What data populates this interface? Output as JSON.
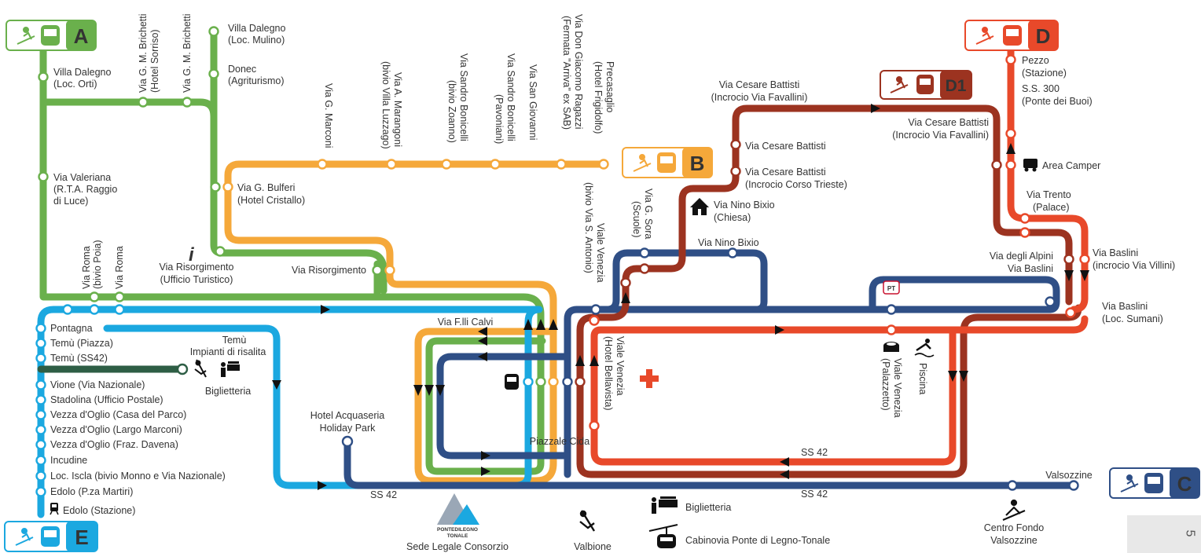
{
  "colors": {
    "A": "#6ab04c",
    "B": "#f5a83a",
    "C": "#2f4f86",
    "D": "#e8492a",
    "D1": "#9c3320",
    "E": "#1ba8e0",
    "spur": "#2e5e45"
  },
  "badges": {
    "A": "A",
    "B": "B",
    "C": "C",
    "D": "D",
    "D1": "D1",
    "E": "E"
  },
  "line_a_stops": [
    {
      "label": "Villa Dalegno"
    },
    {
      "label": "(Loc. Orti)"
    },
    {
      "label": "Via Valeriana"
    },
    {
      "label": "(R.T.A. Raggio"
    },
    {
      "label": "di Luce)"
    },
    {
      "label": "Villa Dalegno"
    },
    {
      "label": "(Loc. Mulino)"
    },
    {
      "label": "Donec"
    },
    {
      "label": "(Agriturismo)"
    },
    {
      "label": "Via G. M. Brichetti"
    },
    {
      "label": "(Hotel Sorriso)"
    },
    {
      "label": "Via G. M. Brichetti"
    },
    {
      "label": "Via Risorgimento"
    },
    {
      "label": "(Ufficio Turistico)"
    },
    {
      "label": "Via Risorgimento"
    },
    {
      "label": "Via Roma"
    },
    {
      "label": "(bivio Poia)"
    },
    {
      "label": "Via Roma"
    }
  ],
  "line_b_stops": [
    {
      "label": "Via G. Bulferi"
    },
    {
      "label": "(Hotel Cristallo)"
    },
    {
      "label": "Via G. Marconi"
    },
    {
      "label": "Via A. Marangoni"
    },
    {
      "label": "(bivio Villa Luzzago)"
    },
    {
      "label": "Via Sandro Bonicelli"
    },
    {
      "label": "(bivio Zoanno)"
    },
    {
      "label": "Via Sandro Bonicelli"
    },
    {
      "label": "(Pavoniani)"
    },
    {
      "label": "Via San Giovanni"
    },
    {
      "label": "Via Don Giacomo Ragazzi"
    },
    {
      "label": "(Fermata \"Arriva\" ex SAB)"
    },
    {
      "label": "Precasaglio"
    },
    {
      "label": "(Hotel Frigidolfo)"
    }
  ],
  "line_d_stops": [
    {
      "label": "Pezzo"
    },
    {
      "label": "(Stazione)"
    },
    {
      "label": "S.S. 300"
    },
    {
      "label": "(Ponte dei Buoi)"
    },
    {
      "label": "Via Cesare Battisti"
    },
    {
      "label": "(Incrocio Via Favallini)"
    },
    {
      "label": "Area Camper"
    },
    {
      "label": "Via Trento"
    },
    {
      "label": "(Palace)"
    },
    {
      "label": "Via Baslini"
    },
    {
      "label": "(incrocio Via Villini)"
    },
    {
      "label": "Via Baslini"
    },
    {
      "label": "(Loc. Sumani)"
    },
    {
      "label": "Via degli Alpini"
    },
    {
      "label": "Via Baslini"
    }
  ],
  "line_d1_stops": [
    {
      "label": "Via Cesare Battisti"
    },
    {
      "label": "(Incrocio Via Favallini)"
    },
    {
      "label": "Via Cesare Battisti"
    },
    {
      "label": "Via Cesare Battisti"
    },
    {
      "label": "(Incrocio Corso Trieste)"
    },
    {
      "label": "Via Nino Bixio"
    },
    {
      "label": "(Chiesa)"
    },
    {
      "label": "Via Nino Bixio"
    },
    {
      "label": "Via G. Sora"
    },
    {
      "label": "(Scuole)"
    },
    {
      "label": "Viale Venezia"
    },
    {
      "label": "(bivio Via S. Antonio)"
    }
  ],
  "line_e_stops": [
    {
      "label": "Pontagna"
    },
    {
      "label": "Temù (Piazza)"
    },
    {
      "label": "Temù (SS42)"
    },
    {
      "label": "Vione (Via Nazionale)"
    },
    {
      "label": "Stadolina (Ufficio Postale)"
    },
    {
      "label": "Vezza d'Oglio (Casa del Parco)"
    },
    {
      "label": "Vezza d'Oglio (Largo Marconi)"
    },
    {
      "label": "Vezza d'Oglio (Fraz. Davena)"
    },
    {
      "label": "Incudine"
    },
    {
      "label": "Loc. Iscla (bivio Monno e Via Nazionale)"
    },
    {
      "label": "Edolo (P.za Martiri)"
    },
    {
      "label": "Edolo (Stazione)"
    },
    {
      "label": "Temù"
    },
    {
      "label": "Impianti di risalita"
    },
    {
      "label": "Biglietteria"
    }
  ],
  "center_labels": {
    "calvi": "Via F.lli Calvi",
    "piazzale": "Piazzale Cida",
    "venezia1": "Viale Venezia",
    "venezia1b": "(Hotel Bellavista)",
    "venezia2": "Viale Venezia",
    "venezia2b": "(Palazzetto)",
    "piscina": "Piscina",
    "ss42_1": "SS 42",
    "ss42_2": "SS 42",
    "ss42_3": "SS 42",
    "acquaseria1": "Hotel Acquaseria",
    "acquaseria2": "Holiday Park",
    "valsozzine": "Valsozzine",
    "centro1": "Centro Fondo",
    "centro2": "Valsozzine",
    "biglietteria": "Biglietteria",
    "cabinovia": "Cabinovia Ponte di Legno-Tonale",
    "valbione": "Valbione",
    "sede": "Sede Legale Consorzio",
    "logo1": "PONTEDILEGNO",
    "logo2": "TONALE"
  },
  "page_number": "5"
}
